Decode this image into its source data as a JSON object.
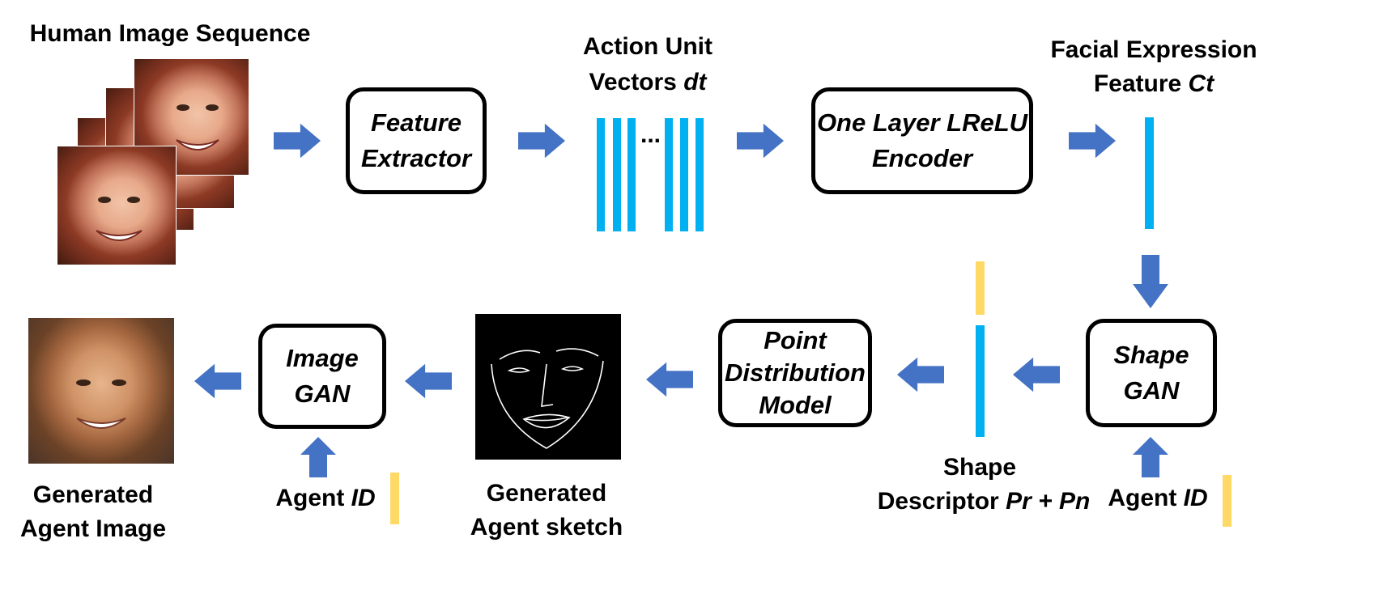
{
  "labels": {
    "human_image_sequence": "Human Image Sequence",
    "action_unit_line1": "Action Unit",
    "action_unit_line2_plain": "Vectors ",
    "action_unit_line2_italic": "dt",
    "facial_line1": "Facial Expression",
    "facial_line2_plain": "Feature ",
    "facial_line2_italic": "Ct",
    "shape_line1": "Shape",
    "shape_line2_plain": "Descriptor ",
    "shape_line2_italic": "Pr + Pn",
    "agent_id_plain": "Agent ",
    "agent_id_italic": "ID",
    "generated_sketch_line1": "Generated",
    "generated_sketch_line2": "Agent sketch",
    "generated_image_line1": "Generated",
    "generated_image_line2": "Agent Image",
    "ellipsis": "..."
  },
  "boxes": {
    "feature_extractor_line1": "Feature",
    "feature_extractor_line2": "Extractor",
    "encoder_line1": "One Layer LReLU",
    "encoder_line2": "Encoder",
    "shape_gan_line1": "Shape",
    "shape_gan_line2": "GAN",
    "pdm_line1": "Point",
    "pdm_line2": "Distribution",
    "pdm_line3": "Model",
    "image_gan_line1": "Image",
    "image_gan_line2": "GAN"
  },
  "colors": {
    "arrow": "#4472c4",
    "vector_bar": "#00b0f0",
    "id_bar": "#ffd966"
  }
}
